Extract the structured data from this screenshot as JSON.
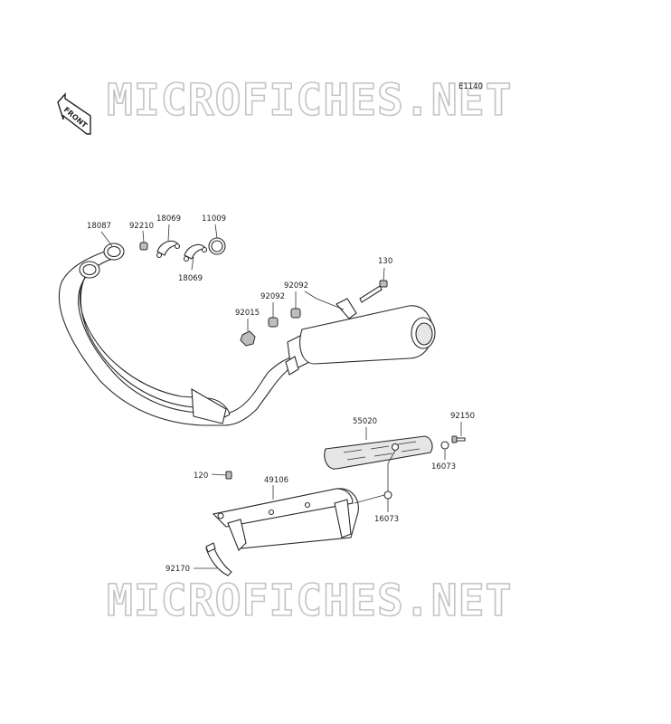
{
  "diagram": {
    "code": "E1140",
    "front_label": "FRONT",
    "watermark": "MICROFICHES.NET"
  },
  "parts": [
    {
      "id": "p18087",
      "label": "18087"
    },
    {
      "id": "p92210",
      "label": "92210"
    },
    {
      "id": "p18069a",
      "label": "18069"
    },
    {
      "id": "p11009",
      "label": "11009"
    },
    {
      "id": "p18069b",
      "label": "18069"
    },
    {
      "id": "p130",
      "label": "130"
    },
    {
      "id": "p92092a",
      "label": "92092"
    },
    {
      "id": "p92092b",
      "label": "92092"
    },
    {
      "id": "p92015",
      "label": "92015"
    },
    {
      "id": "p55020",
      "label": "55020"
    },
    {
      "id": "p92150",
      "label": "92150"
    },
    {
      "id": "p16073a",
      "label": "16073"
    },
    {
      "id": "p120",
      "label": "120"
    },
    {
      "id": "p49106",
      "label": "49106"
    },
    {
      "id": "p16073b",
      "label": "16073"
    },
    {
      "id": "p92170",
      "label": "92170"
    }
  ]
}
